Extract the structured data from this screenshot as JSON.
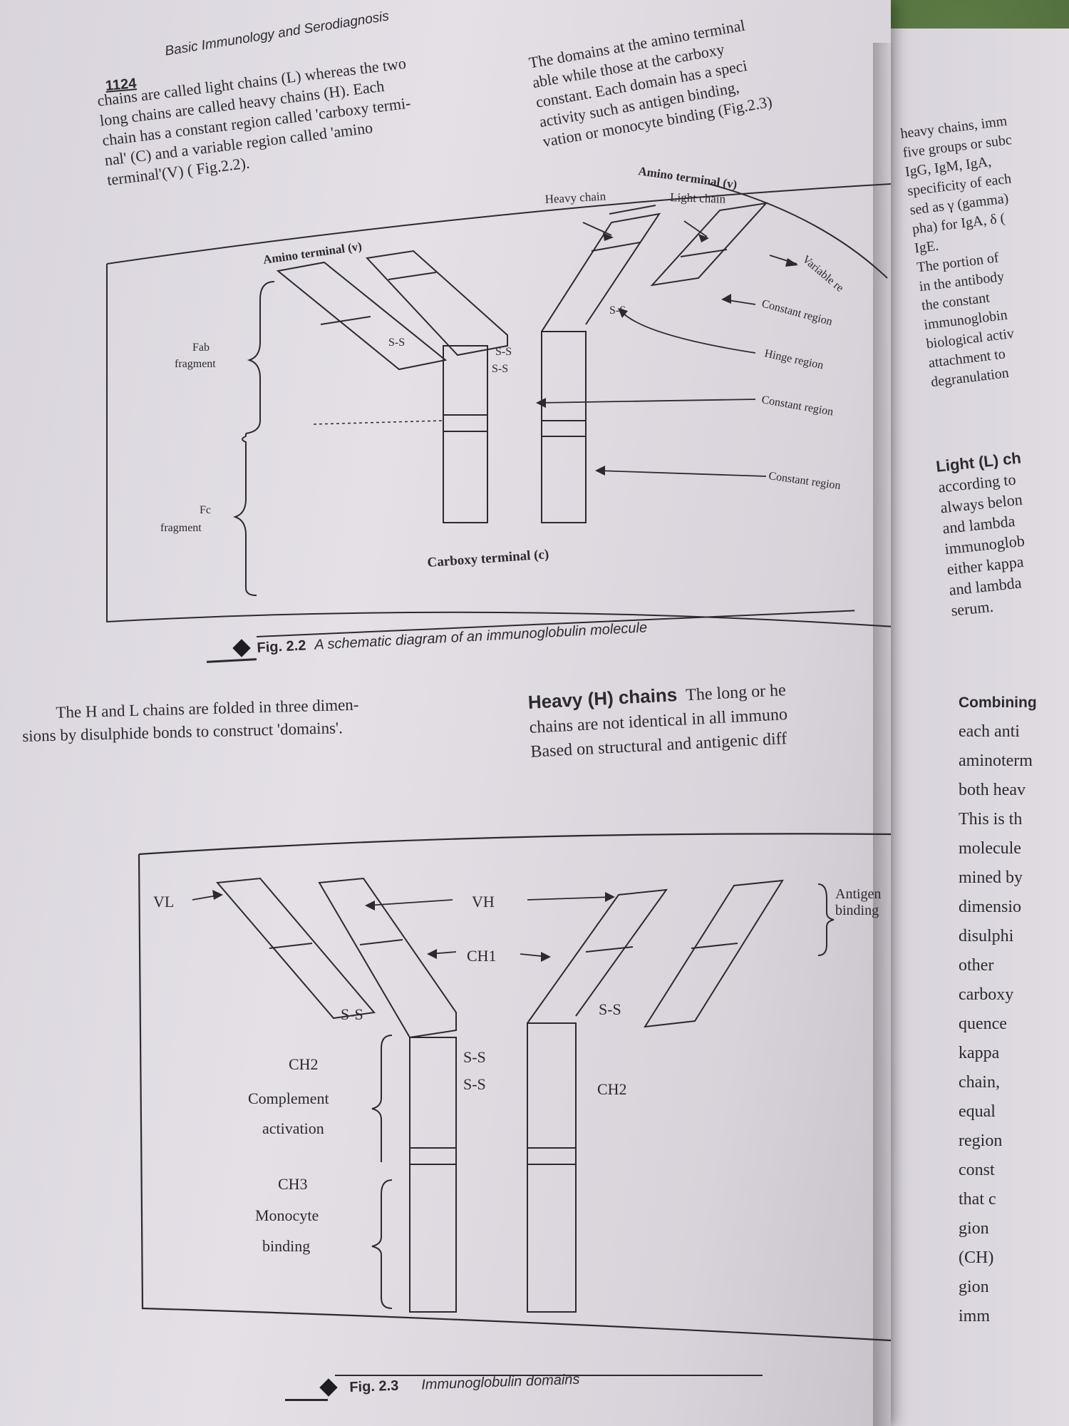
{
  "header": {
    "page_number": "1124",
    "running_title": "Basic Immunology and Serodiagnosis"
  },
  "para_top_left": [
    "chains are called light chains (L) whereas the two",
    "long chains are called heavy chains (H). Each",
    "chain has a constant region called 'carboxy termi-",
    "nal' (C) and a variable region called 'amino",
    "terminal'(V) ( Fig.2.2)."
  ],
  "para_top_right": [
    "The domains at the amino terminal",
    "able while those at the carboxy",
    "constant. Each domain has a speci",
    "activity such as antigen binding,",
    "vation or monocyte binding (Fig.2.3)"
  ],
  "right_column": [
    "heavy chains, imm",
    "five groups or subc",
    "IgG, IgM, IgA,",
    "specificity of each",
    "sed as γ (gamma)",
    "pha) for IgA, δ (",
    "IgE.",
    "The portion of",
    "in the antibody",
    "the constant",
    "immunoglobin",
    "biological activ",
    "attachment to",
    "degranulation"
  ],
  "right_column_b": [
    "Light (L) ch",
    "according to",
    "always belon",
    "and lambda",
    "immunoglob",
    "either kappa",
    "and lambda",
    "serum."
  ],
  "right_column_c": [
    "Combining",
    "each anti",
    "aminoterm",
    "both heav",
    "This is th",
    "molecule",
    "mined by",
    "dimensio",
    "disulphi",
    "other",
    "carboxy",
    "quence",
    "kappa",
    "chain,",
    "equal",
    "region",
    "const",
    "that c",
    "gion",
    "(CH)",
    "gion",
    "imm"
  ],
  "fig1": {
    "caption_label": "Fig. 2.2",
    "caption_text": "A schematic diagram of an immunoglobulin molecule",
    "labels": {
      "amino_left": "Amino terminal (v)",
      "amino_right": "Amino terminal (v)",
      "heavy_chain": "Heavy chain",
      "light_chain": "Light chain",
      "variable": "Variable re",
      "constant1": "Constant region",
      "hinge": "Hinge region",
      "constant2": "Constant region",
      "constant3": "Constant region",
      "fab_1": "Fab",
      "fab_2": "fragment",
      "fc_1": "Fc",
      "fc_2": "fragment",
      "carboxy": "Carboxy terminal (c)",
      "ss": "S-S"
    }
  },
  "mid_left": [
    "The H and L chains are folded in three dimen-",
    "sions by disulphide bonds to construct 'domains'."
  ],
  "mid_right": {
    "heading": "Heavy (H) chains",
    "lines": [
      "The long or he",
      "chains are not identical in all immuno",
      "Based on structural and antigenic diff"
    ]
  },
  "fig2": {
    "caption_label": "Fig. 2.3",
    "caption_text": "Immunoglobulin domains",
    "labels": {
      "vl": "VL",
      "vh": "VH",
      "ch1": "CH1",
      "ch2_left": "CH2",
      "complement_1": "Complement",
      "complement_2": "activation",
      "ch3": "CH3",
      "monocyte_1": "Monocyte",
      "monocyte_2": "binding",
      "ch2_right": "CH2",
      "antigen_1": "Antigen",
      "antigen_2": "binding",
      "ss": "S-S"
    }
  }
}
